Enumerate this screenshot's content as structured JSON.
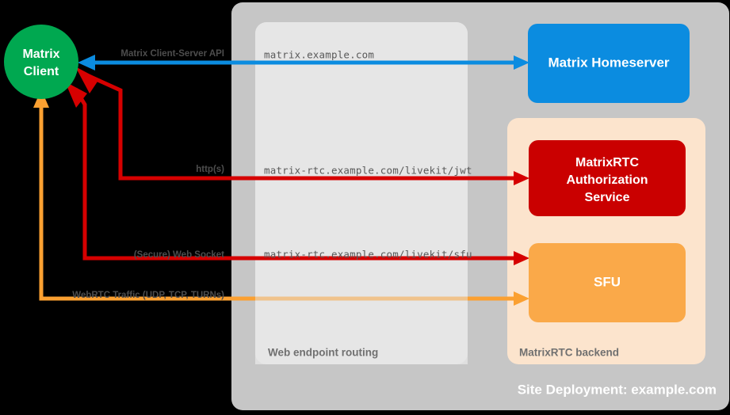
{
  "diagram": {
    "title": "Site Deployment: example.com",
    "background_color": "#000000"
  },
  "containers": [
    {
      "id": "site-deployment",
      "label": "Site Deployment: example.com",
      "color": "#c6c6c6"
    },
    {
      "id": "web-endpoint-routing",
      "label": "Web endpoint routing",
      "color": "#e6e6e6"
    },
    {
      "id": "matrixrtc-backend",
      "label": "MatrixRTC backend",
      "color": "#fce4cd"
    }
  ],
  "nodes": [
    {
      "id": "matrix-client",
      "shape": "circle",
      "label_lines": [
        "Matrix",
        "Client"
      ],
      "color": "#00a850",
      "text_color": "#ffffff"
    },
    {
      "id": "matrix-homeserver",
      "shape": "rounded-rect",
      "label_lines": [
        "Matrix Homeserver"
      ],
      "color": "#0b8ce0",
      "text_color": "#ffffff"
    },
    {
      "id": "matrixrtc-authorization-service",
      "shape": "rounded-rect",
      "label_lines": [
        "MatrixRTC",
        "Authorization",
        "Service"
      ],
      "color": "#ca0000",
      "text_color": "#ffffff"
    },
    {
      "id": "sfu",
      "shape": "rounded-rect",
      "label_lines": [
        "SFU"
      ],
      "color": "#faa949",
      "text_color": "#ffffff"
    }
  ],
  "edges": [
    {
      "id": "matrix-client-server-api",
      "label": "Matrix Client-Server API",
      "endpoint": "matrix.example.com",
      "color": "#0b8ce0",
      "from": "matrix-homeserver",
      "to": "matrix-client",
      "bidirectional": true
    },
    {
      "id": "http-s",
      "label": "http(s)",
      "endpoint": "matrix-rtc.example.com/livekit/jwt",
      "color": "#d60000",
      "from": "matrixrtc-authorization-service",
      "to": "matrix-client",
      "bidirectional": true
    },
    {
      "id": "secure-web-socket",
      "label": "(Secure) Web Socket",
      "endpoint": "matrix-rtc.example.com/livekit/sfu",
      "color": "#d60000",
      "from": "sfu",
      "to": "matrix-client",
      "bidirectional": true
    },
    {
      "id": "webrtc-traffic",
      "label": "WebRTC Traffic (UDP, TCP, TURNs)",
      "endpoint": "",
      "color": "#fba031",
      "from": "sfu",
      "to": "matrix-client",
      "bidirectional": true
    }
  ],
  "urls": {
    "matrix": "matrix.example.com",
    "jwt": "matrix-rtc.example.com/livekit/jwt",
    "sfu": "matrix-rtc.example.com/livekit/sfu"
  },
  "labels": {
    "client_line1": "Matrix",
    "client_line2": "Client",
    "homeserver": "Matrix Homeserver",
    "auth_line1": "MatrixRTC",
    "auth_line2": "Authorization",
    "auth_line3": "Service",
    "sfu": "SFU",
    "web_endpoint_routing": "Web endpoint routing",
    "matrixrtc_backend": "MatrixRTC backend",
    "site_deployment": "Site Deployment: example.com",
    "edge_csapi": "Matrix Client-Server API",
    "edge_http": "http(s)",
    "edge_ws": "(Secure) Web Socket",
    "edge_webrtc": "WebRTC Traffic (UDP, TCP, TURNs)"
  },
  "colors": {
    "green": "#00a850",
    "blue": "#0b8ce0",
    "red": "#ca0000",
    "red_line": "#d60000",
    "orange": "#faa949",
    "orange_line": "#fba031",
    "gray_outer": "#c6c6c6",
    "gray_inner": "#e6e6e6",
    "peach": "#fce4cd",
    "label_gray": "#707070",
    "edge_label_gray": "#4d4d4d",
    "url_gray": "#595959"
  }
}
